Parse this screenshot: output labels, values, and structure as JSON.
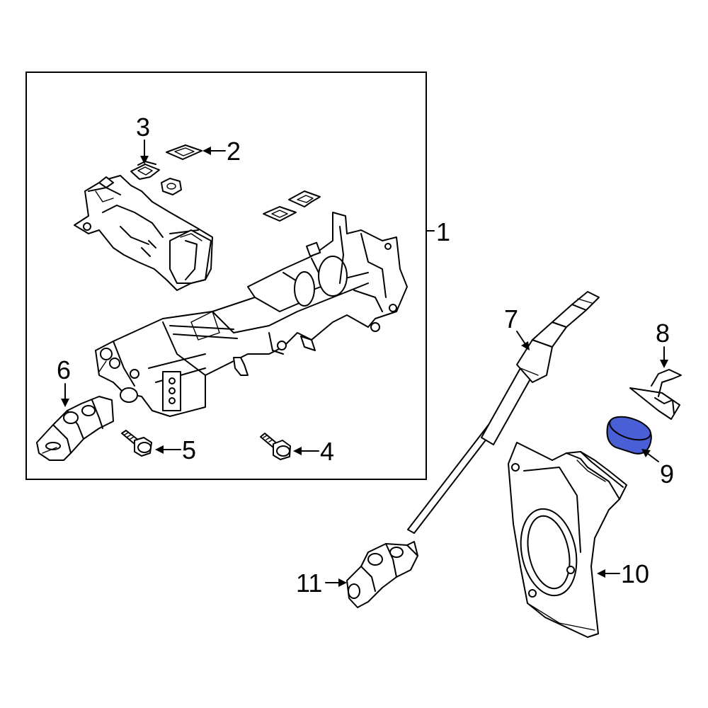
{
  "callouts": [
    {
      "id": "1",
      "label": "1"
    },
    {
      "id": "2",
      "label": "2"
    },
    {
      "id": "3",
      "label": "3"
    },
    {
      "id": "4",
      "label": "4"
    },
    {
      "id": "5",
      "label": "5"
    },
    {
      "id": "6",
      "label": "6"
    },
    {
      "id": "7",
      "label": "7"
    },
    {
      "id": "8",
      "label": "8"
    },
    {
      "id": "9",
      "label": "9"
    },
    {
      "id": "10",
      "label": "10"
    },
    {
      "id": "11",
      "label": "11"
    }
  ],
  "highlight_color": "#4a5fd6",
  "line_color": "#000000",
  "background_color": "#ffffff"
}
